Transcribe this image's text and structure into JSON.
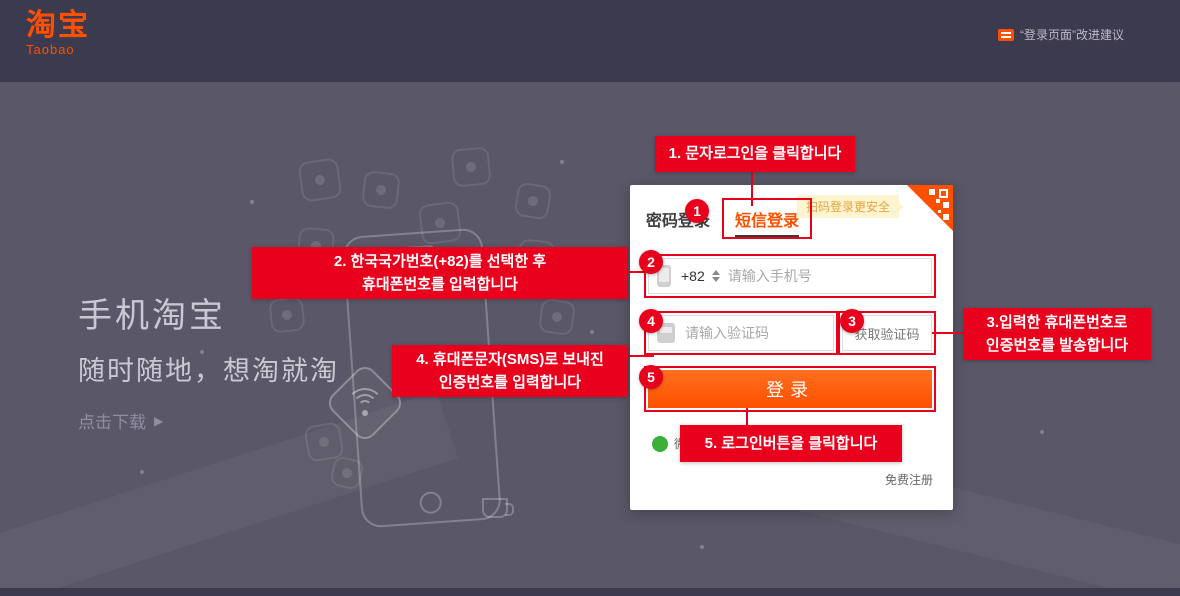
{
  "header": {
    "logo_cn": "淘宝",
    "logo_en": "Taobao",
    "feedback_label": "“登录页面”改进建议"
  },
  "promo": {
    "title": "手机淘宝",
    "subtitle": "随时随地，想淘就淘",
    "download_label": "点击下载",
    "download_arrow": "▶"
  },
  "login_card": {
    "tabs": {
      "password": "密码登录",
      "sms": "短信登录"
    },
    "qr_tooltip": "扫码登录更安全",
    "phone_row": {
      "country_code": "+82",
      "placeholder": "请输入手机号"
    },
    "code_row": {
      "placeholder": "请输入验证码",
      "get_code": "获取验证码"
    },
    "login_button": "登录",
    "social_fragment": "微",
    "register_link": "免费注册"
  },
  "annotations": {
    "step1": {
      "badge": "1",
      "text": "1. 문자로그인을 클릭합니다"
    },
    "step2": {
      "badge": "2",
      "line1": "2. 한국국가번호(+82)를 선택한 후",
      "line2": "휴대폰번호를 입력합니다"
    },
    "step3": {
      "badge": "3",
      "line1": "3.입력한 휴대폰번호로",
      "line2": "인증번호를 발송합니다"
    },
    "step4": {
      "badge": "4",
      "line1": "4. 휴대폰문자(SMS)로 보내진",
      "line2": "인증번호를 입력합니다"
    },
    "step5": {
      "badge": "5",
      "text": "5. 로그인버튼을 클릭합니다"
    }
  },
  "colors": {
    "accent_orange": "#ff5000",
    "annotation_red": "#e8001c",
    "header_bg": "#3c3a4e",
    "body_bg": "#5a5768",
    "qr_tip_bg": "#fdf4d0",
    "qr_tip_text": "#e8a33d"
  }
}
